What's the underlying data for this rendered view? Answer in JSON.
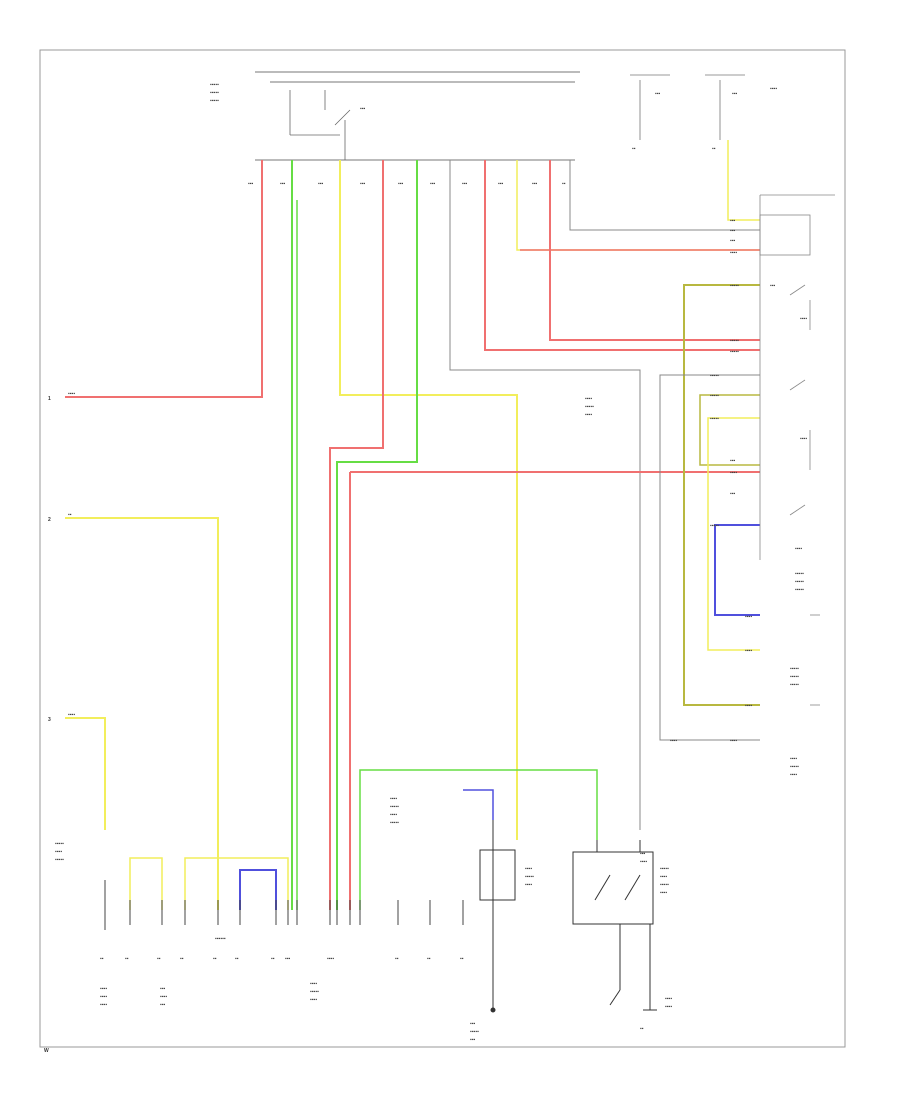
{
  "diagram": {
    "palette": {
      "red": "#f07070",
      "green": "#66dd44",
      "yellow": "#f2ee5c",
      "blue": "#5050dd",
      "olive": "#b8b840",
      "gray": "#888888",
      "black": "#222222"
    },
    "side_markers": [
      {
        "key": "marker-1",
        "text": "1"
      },
      {
        "key": "marker-2",
        "text": "2"
      },
      {
        "key": "marker-3",
        "text": "3"
      }
    ],
    "corner_note": "W"
  }
}
